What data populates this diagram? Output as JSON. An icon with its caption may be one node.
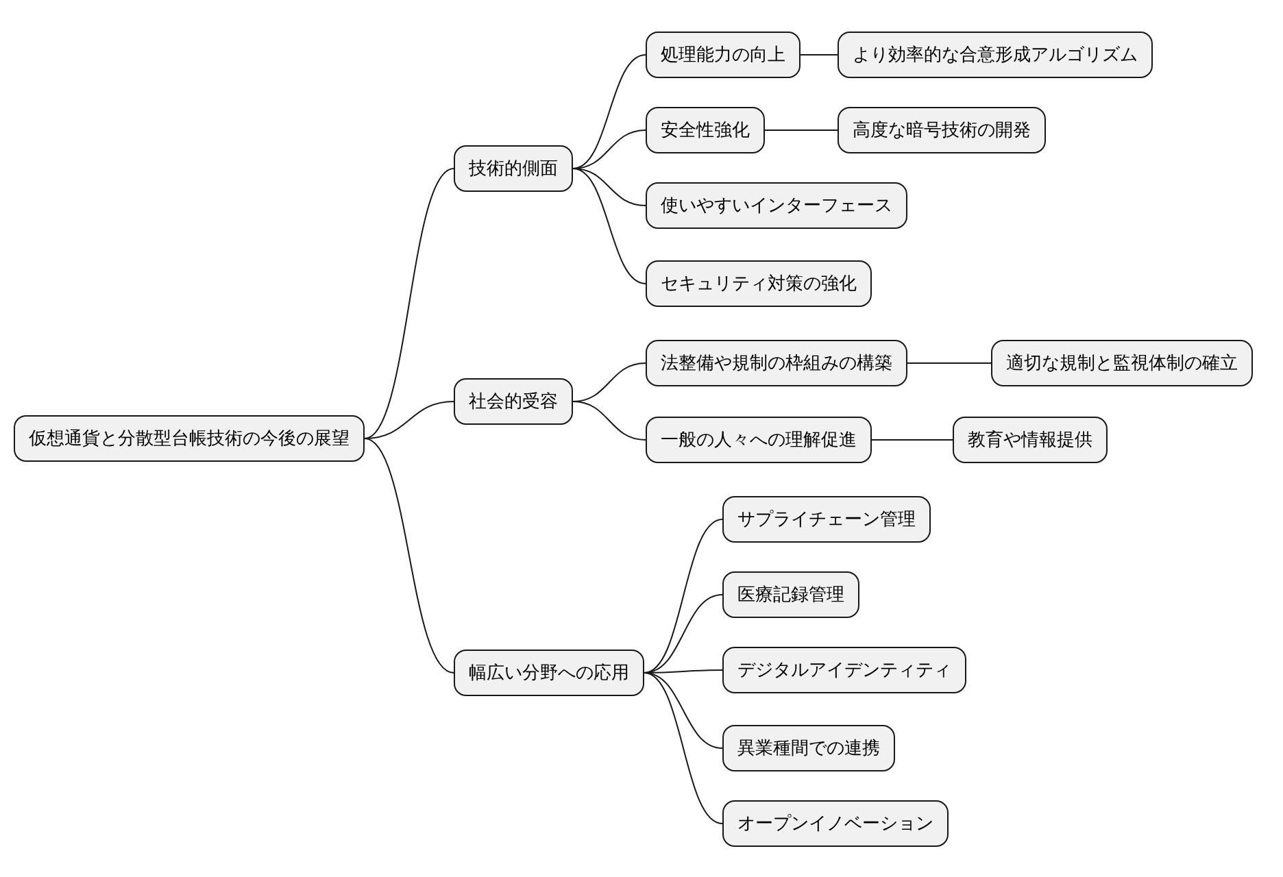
{
  "diagram": {
    "nodes": [
      {
        "text": [
          "仮想通貨と分散型台帳技術の今後の展望"
        ]
      },
      {
        "text": [
          "技術的側面"
        ]
      },
      {
        "text": [
          "処理能力の向上"
        ]
      },
      {
        "text": [
          "より効率的な合意形成アルゴリズム"
        ]
      },
      {
        "text": [
          "安全性強化"
        ]
      },
      {
        "text": [
          "高度な暗号技術の開発"
        ]
      },
      {
        "text": [
          "使いやすいインターフェース"
        ]
      },
      {
        "text": [
          "セキュリティ対策の強化"
        ]
      },
      {
        "text": [
          "社会的受容"
        ]
      },
      {
        "text": [
          "法整備や規制の枠組みの構築"
        ]
      },
      {
        "text": [
          "適切な規制と監視体制の確立"
        ]
      },
      {
        "text": [
          "一般の人々への理解促進"
        ]
      },
      {
        "text": [
          "教育や情報提供"
        ]
      },
      {
        "text": [
          "幅広い分野への応用"
        ]
      },
      {
        "text": [
          "サプライチェーン管理"
        ]
      },
      {
        "text": [
          "医療記録管理"
        ]
      },
      {
        "text": [
          "デジタルアイデンティティ"
        ]
      },
      {
        "text": [
          "異業種間での連携"
        ]
      },
      {
        "text": [
          "オープンイノベーション"
        ]
      }
    ],
    "edges": [
      {
        "from": 0,
        "to": 1,
        "arrow": "none"
      },
      {
        "from": 1,
        "to": 2,
        "arrow": "none"
      },
      {
        "from": 2,
        "to": 3,
        "arrow": "none"
      },
      {
        "from": 1,
        "to": 4,
        "arrow": "none"
      },
      {
        "from": 4,
        "to": 5,
        "arrow": "none"
      },
      {
        "from": 1,
        "to": 6,
        "arrow": "none"
      },
      {
        "from": 1,
        "to": 7,
        "arrow": "none"
      },
      {
        "from": 0,
        "to": 8,
        "arrow": "none"
      },
      {
        "from": 8,
        "to": 9,
        "arrow": "none"
      },
      {
        "from": 9,
        "to": 10,
        "arrow": "none"
      },
      {
        "from": 8,
        "to": 11,
        "arrow": "none"
      },
      {
        "from": 11,
        "to": 12,
        "arrow": "none"
      },
      {
        "from": 0,
        "to": 13,
        "arrow": "none"
      },
      {
        "from": 13,
        "to": 14,
        "arrow": "none"
      },
      {
        "from": 13,
        "to": 15,
        "arrow": "none"
      },
      {
        "from": 13,
        "to": 16,
        "arrow": "none"
      },
      {
        "from": 13,
        "to": 17,
        "arrow": "none"
      },
      {
        "from": 13,
        "to": 18,
        "arrow": "none"
      }
    ]
  }
}
